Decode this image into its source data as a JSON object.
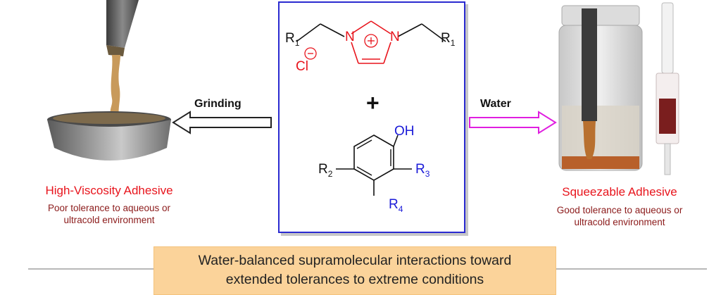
{
  "left": {
    "title": "High-Viscosity Adhesive",
    "line1": "Poor tolerance  to aqueous or",
    "line2": "ultracold environment"
  },
  "right": {
    "title": "Squeezable Adhesive",
    "line1": "Good tolerance  to aqueous or",
    "line2": "ultracold environment"
  },
  "arrows": {
    "left_label": "Grinding",
    "right_label": "Water"
  },
  "chem": {
    "r1": "R",
    "r1_sub": "1",
    "n": "N",
    "cl": "Cl",
    "plus": "+",
    "oh": "OH",
    "r2": "R",
    "r2_sub": "2",
    "r3": "R",
    "r3_sub": "3",
    "r4": "R",
    "r4_sub": "4"
  },
  "summary": {
    "line1": "Water-balanced supramolecular interactions toward",
    "line2": "extended tolerances to extreme conditions"
  },
  "colors": {
    "red": "#e8141c",
    "dark_red": "#8b1a1a",
    "blue_box": "#2a2ad0",
    "blue_text": "#1a1ad8",
    "magenta_arrow": "#e01ee0",
    "summary_bg": "#fbd39a"
  }
}
